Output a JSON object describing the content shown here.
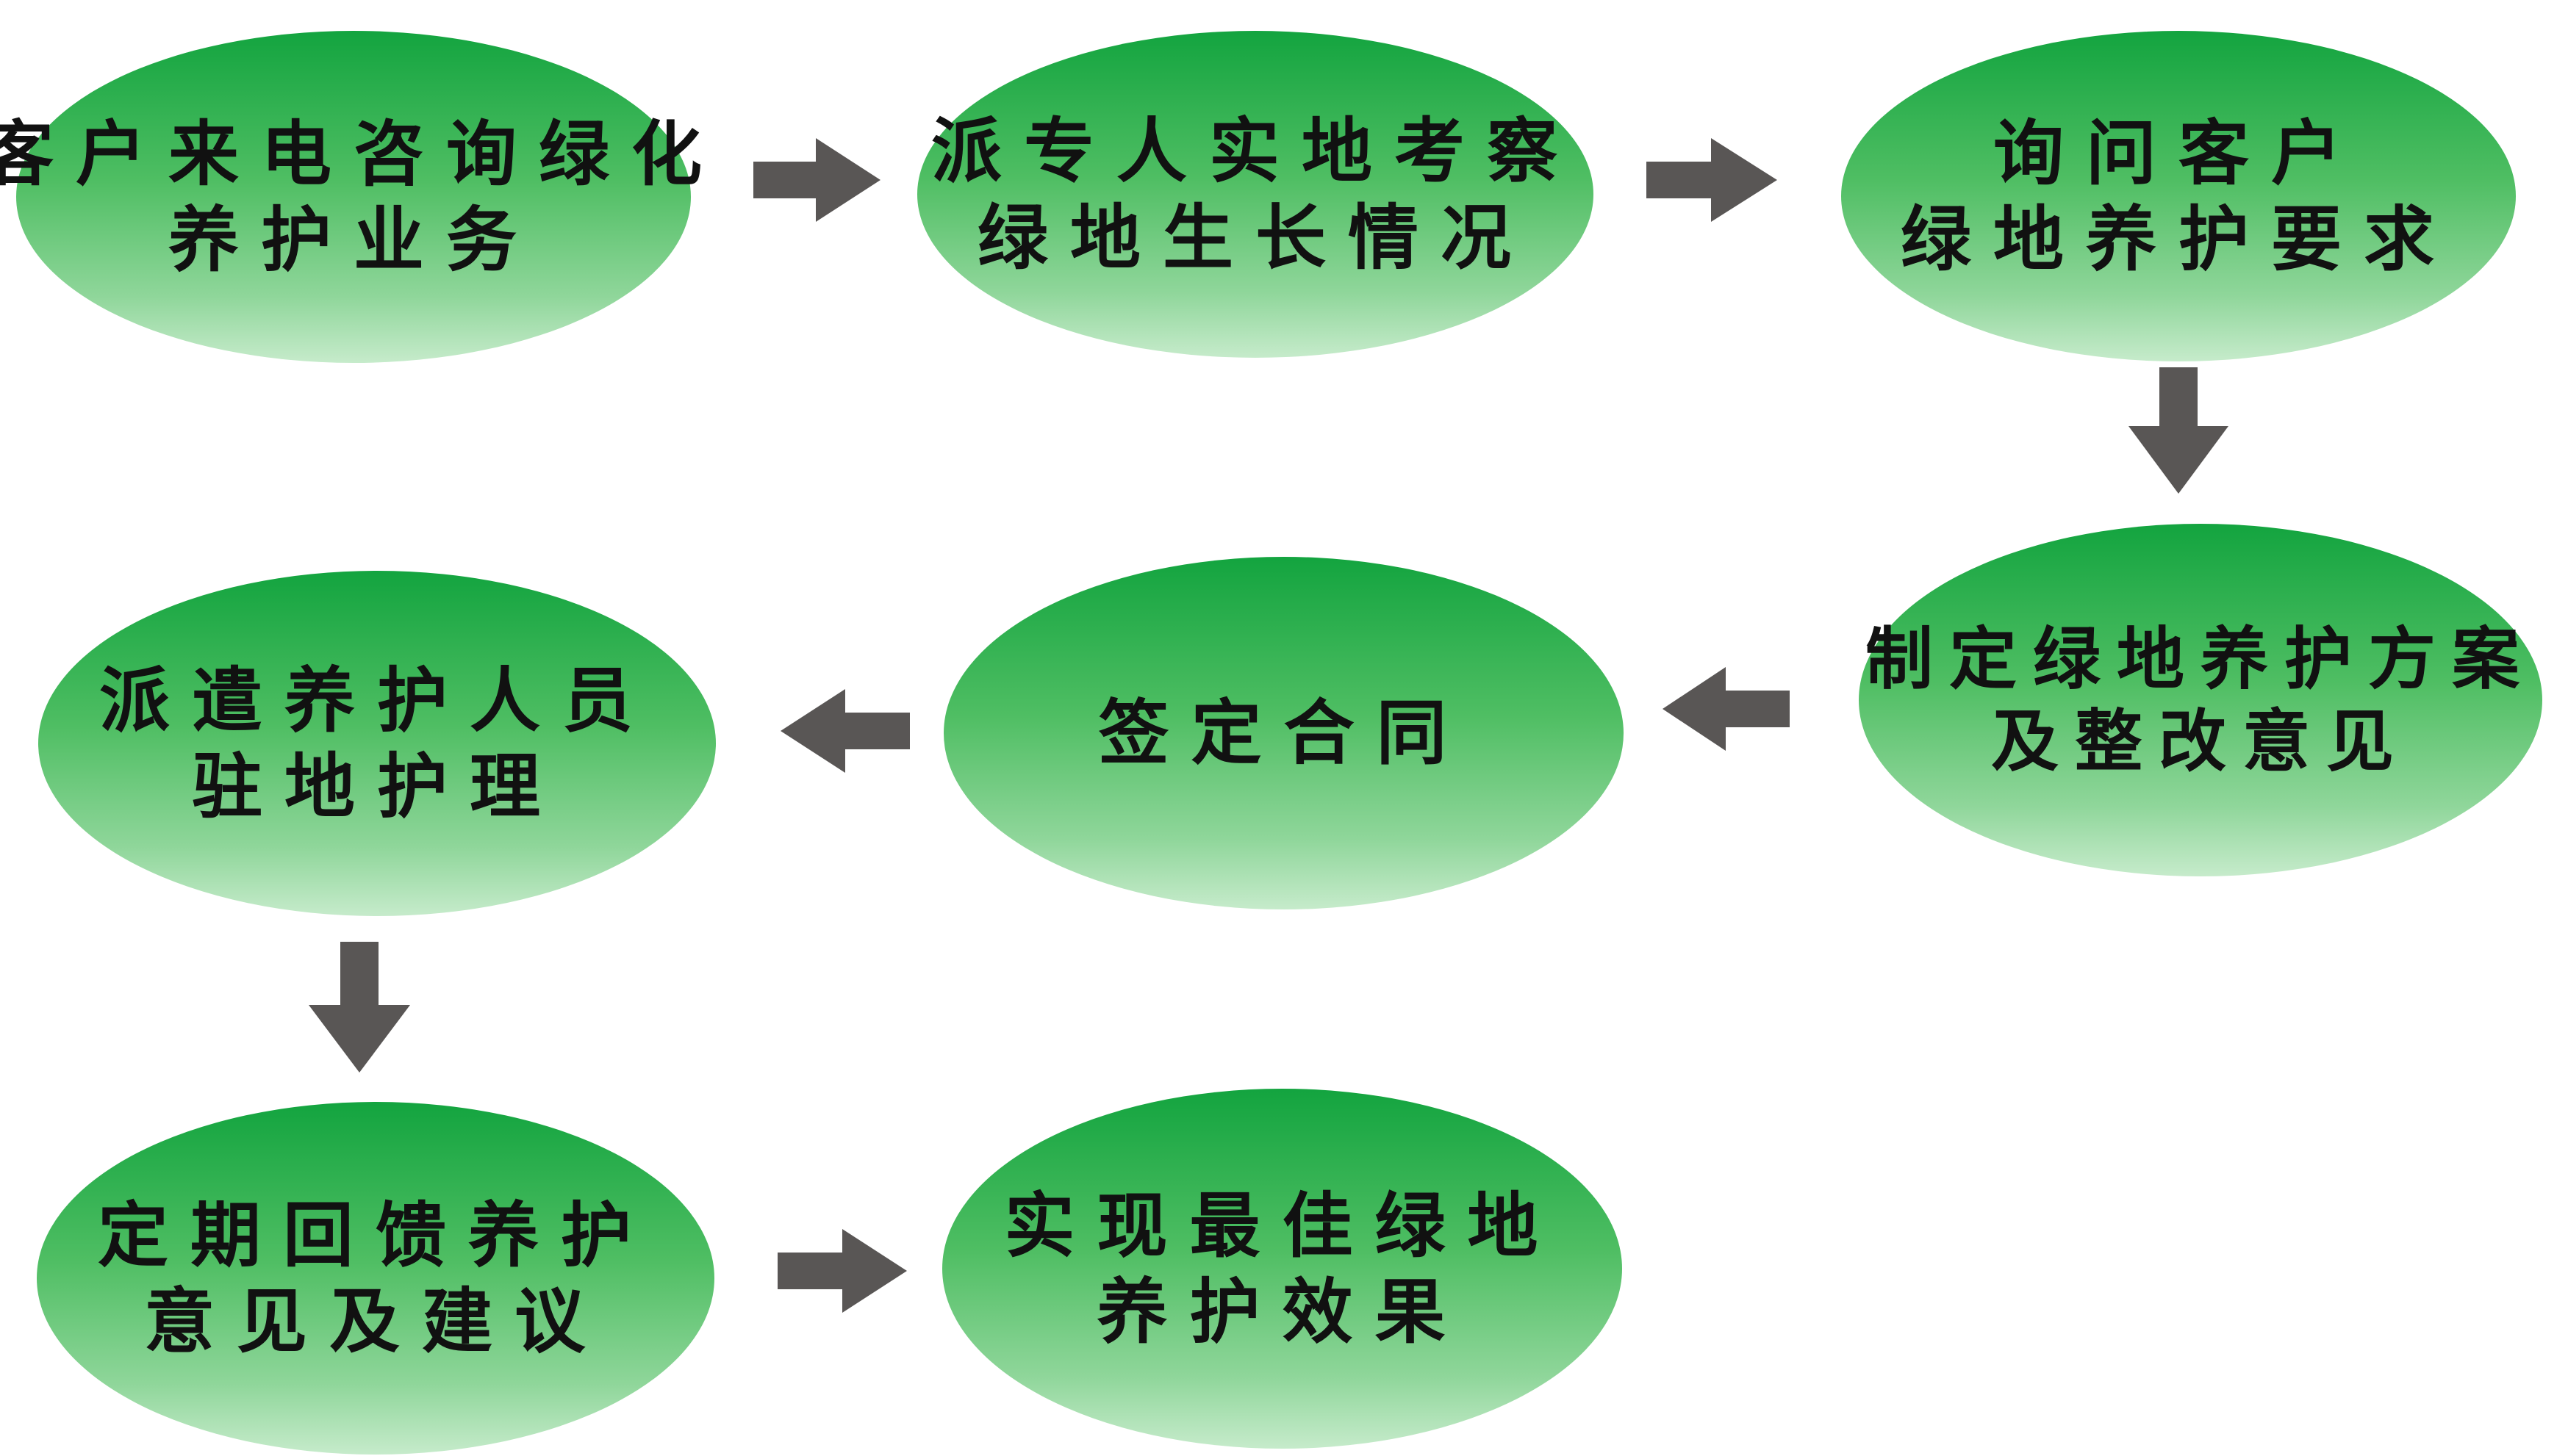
{
  "colors": {
    "node_top": "#13a43f",
    "node_bottom": "#c6ebcb",
    "arrow": "#595655",
    "text": "#111111"
  },
  "nodes": [
    {
      "id": "n1",
      "lines": [
        "客户来电咨询绿化",
        "养护业务"
      ]
    },
    {
      "id": "n2",
      "lines": [
        "派专人实地考察",
        "绿地生长情况"
      ]
    },
    {
      "id": "n3",
      "lines": [
        "询问客户",
        "绿地养护要求"
      ]
    },
    {
      "id": "n4",
      "lines": [
        "制定绿地养护方案",
        "及整改意见"
      ]
    },
    {
      "id": "n5",
      "lines": [
        "签定合同"
      ]
    },
    {
      "id": "n6",
      "lines": [
        "派遣养护人员",
        "驻地护理"
      ]
    },
    {
      "id": "n7",
      "lines": [
        "定期回馈养护",
        "意见及建议"
      ]
    },
    {
      "id": "n8",
      "lines": [
        "实现最佳绿地",
        "养护效果"
      ]
    }
  ]
}
